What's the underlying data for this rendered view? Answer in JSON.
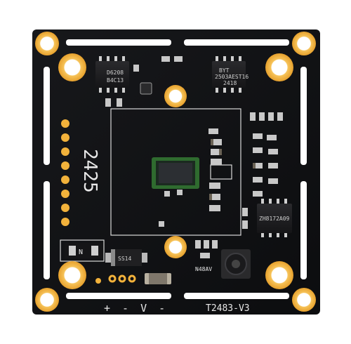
{
  "image": {
    "subject": "camera-module-pcb"
  },
  "labels": {
    "board_id": "T2483-V3",
    "power_pins": "+ - V -",
    "lens_mount_mark": "2425",
    "chip_top_left": [
      "D6208",
      "B4C13"
    ],
    "chip_top_right": [
      "BYT",
      "2503AEST16",
      "2418"
    ],
    "chip_right": [
      "ZH8172A09"
    ],
    "diode": "SS14",
    "inductor_mark": "N48AV"
  },
  "colors": {
    "background": "#ffffff",
    "board": "#111214",
    "pad_gold": "#f2b23b",
    "silkscreen": "#e8e8e8",
    "sensor": "#1b3f1f"
  }
}
